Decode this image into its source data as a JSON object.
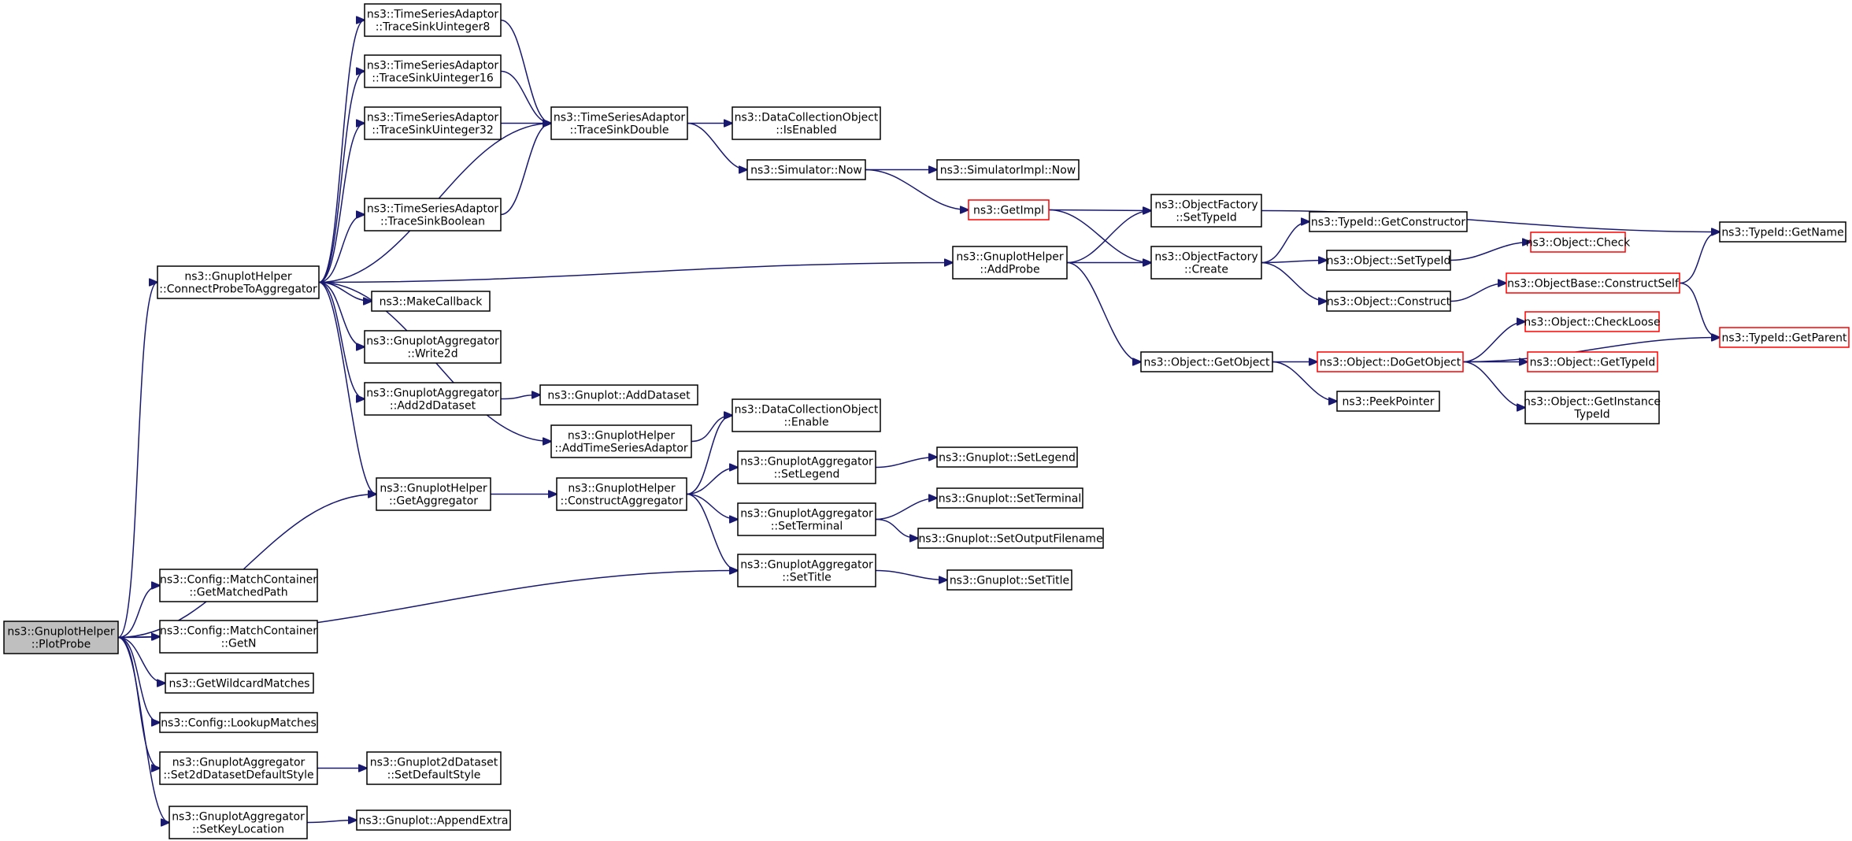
{
  "colors": {
    "edge": "#191970",
    "node_border": "#000000",
    "node_border_truncated": "#ff0000",
    "root_fill": "#bfbfbf",
    "node_fill": "#ffffff",
    "background": "#ffffff"
  },
  "nodes": [
    {
      "id": "plotprobe",
      "lines": [
        "ns3::GnuplotHelper",
        "::PlotProbe"
      ],
      "root": true
    },
    {
      "id": "connectprobe",
      "lines": [
        "ns3::GnuplotHelper",
        "::ConnectProbeToAggregator"
      ]
    },
    {
      "id": "getaggregator",
      "lines": [
        "ns3::GnuplotHelper",
        "::GetAggregator"
      ]
    },
    {
      "id": "getmatchedpath",
      "lines": [
        "ns3::Config::MatchContainer",
        "::GetMatchedPath"
      ]
    },
    {
      "id": "getn",
      "lines": [
        "ns3::Config::MatchContainer",
        "::GetN"
      ]
    },
    {
      "id": "getwildcard",
      "lines": [
        "ns3::GetWildcardMatches"
      ]
    },
    {
      "id": "lookupmatches",
      "lines": [
        "ns3::Config::LookupMatches"
      ]
    },
    {
      "id": "set2ddefault",
      "lines": [
        "ns3::GnuplotAggregator",
        "::Set2dDatasetDefaultStyle"
      ]
    },
    {
      "id": "setkeylocation",
      "lines": [
        "ns3::GnuplotAggregator",
        "::SetKeyLocation"
      ]
    },
    {
      "id": "gp2dsetdefault",
      "lines": [
        "ns3::Gnuplot2dDataset",
        "::SetDefaultStyle"
      ]
    },
    {
      "id": "appendextra",
      "lines": [
        "ns3::Gnuplot::AppendExtra"
      ]
    },
    {
      "id": "tsuint8",
      "lines": [
        "ns3::TimeSeriesAdaptor",
        "::TraceSinkUinteger8"
      ]
    },
    {
      "id": "tsuint16",
      "lines": [
        "ns3::TimeSeriesAdaptor",
        "::TraceSinkUinteger16"
      ]
    },
    {
      "id": "tsuint32",
      "lines": [
        "ns3::TimeSeriesAdaptor",
        "::TraceSinkUinteger32"
      ]
    },
    {
      "id": "tsbool",
      "lines": [
        "ns3::TimeSeriesAdaptor",
        "::TraceSinkBoolean"
      ]
    },
    {
      "id": "tsdouble",
      "lines": [
        "ns3::TimeSeriesAdaptor",
        "::TraceSinkDouble"
      ]
    },
    {
      "id": "isenabled",
      "lines": [
        "ns3::DataCollectionObject",
        "::IsEnabled"
      ]
    },
    {
      "id": "simnow",
      "lines": [
        "ns3::Simulator::Now"
      ]
    },
    {
      "id": "simimplnow",
      "lines": [
        "ns3::SimulatorImpl::Now"
      ]
    },
    {
      "id": "getimpl",
      "lines": [
        "ns3::GetImpl"
      ],
      "truncated": true
    },
    {
      "id": "makecallback",
      "lines": [
        "ns3::MakeCallback"
      ]
    },
    {
      "id": "write2d",
      "lines": [
        "ns3::GnuplotAggregator",
        "::Write2d"
      ]
    },
    {
      "id": "add2d",
      "lines": [
        "ns3::GnuplotAggregator",
        "::Add2dDataset"
      ]
    },
    {
      "id": "gpadddataset",
      "lines": [
        "ns3::Gnuplot::AddDataset"
      ]
    },
    {
      "id": "addtimeseries",
      "lines": [
        "ns3::GnuplotHelper",
        "::AddTimeSeriesAdaptor"
      ]
    },
    {
      "id": "dcoenable",
      "lines": [
        "ns3::DataCollectionObject",
        "::Enable"
      ]
    },
    {
      "id": "constructagg",
      "lines": [
        "ns3::GnuplotHelper",
        "::ConstructAggregator"
      ]
    },
    {
      "id": "gasetlegend",
      "lines": [
        "ns3::GnuplotAggregator",
        "::SetLegend"
      ]
    },
    {
      "id": "gasetterminal",
      "lines": [
        "ns3::GnuplotAggregator",
        "::SetTerminal"
      ]
    },
    {
      "id": "gasettitle",
      "lines": [
        "ns3::GnuplotAggregator",
        "::SetTitle"
      ]
    },
    {
      "id": "gpsetlegend",
      "lines": [
        "ns3::Gnuplot::SetLegend"
      ]
    },
    {
      "id": "gpsetterminal",
      "lines": [
        "ns3::Gnuplot::SetTerminal"
      ]
    },
    {
      "id": "gpsetoutput",
      "lines": [
        "ns3::Gnuplot::SetOutputFilename"
      ]
    },
    {
      "id": "gpsettitle",
      "lines": [
        "ns3::Gnuplot::SetTitle"
      ]
    },
    {
      "id": "addprobe",
      "lines": [
        "ns3::GnuplotHelper",
        "::AddProbe"
      ]
    },
    {
      "id": "ofsettypeid",
      "lines": [
        "ns3::ObjectFactory",
        "::SetTypeId"
      ]
    },
    {
      "id": "ofcreate",
      "lines": [
        "ns3::ObjectFactory",
        "::Create"
      ]
    },
    {
      "id": "getobject",
      "lines": [
        "ns3::Object::GetObject"
      ]
    },
    {
      "id": "typeidgetctor",
      "lines": [
        "ns3::TypeId::GetConstructor"
      ]
    },
    {
      "id": "objsettypeid",
      "lines": [
        "ns3::Object::SetTypeId"
      ]
    },
    {
      "id": "objconstruct",
      "lines": [
        "ns3::Object::Construct"
      ]
    },
    {
      "id": "objcheck",
      "lines": [
        "ns3::Object::Check"
      ],
      "truncated": true
    },
    {
      "id": "constructself",
      "lines": [
        "ns3::ObjectBase::ConstructSelf"
      ],
      "truncated": true
    },
    {
      "id": "typeidgetname",
      "lines": [
        "ns3::TypeId::GetName"
      ]
    },
    {
      "id": "typeidgetparent",
      "lines": [
        "ns3::TypeId::GetParent"
      ],
      "truncated": true
    },
    {
      "id": "dogetobject",
      "lines": [
        "ns3::Object::DoGetObject"
      ],
      "truncated": true
    },
    {
      "id": "peekpointer",
      "lines": [
        "ns3::PeekPointer"
      ]
    },
    {
      "id": "checkloose",
      "lines": [
        "ns3::Object::CheckLoose"
      ],
      "truncated": true
    },
    {
      "id": "objgettypeid",
      "lines": [
        "ns3::Object::GetTypeId"
      ],
      "truncated": true
    },
    {
      "id": "getinstancetypeid",
      "lines": [
        "ns3::Object::GetInstance",
        "TypeId"
      ]
    }
  ],
  "edges": [
    [
      "plotprobe",
      "connectprobe"
    ],
    [
      "plotprobe",
      "getaggregator"
    ],
    [
      "plotprobe",
      "gasettitle"
    ],
    [
      "plotprobe",
      "getmatchedpath"
    ],
    [
      "plotprobe",
      "getn"
    ],
    [
      "plotprobe",
      "getwildcard"
    ],
    [
      "plotprobe",
      "lookupmatches"
    ],
    [
      "plotprobe",
      "set2ddefault"
    ],
    [
      "plotprobe",
      "setkeylocation"
    ],
    [
      "set2ddefault",
      "gp2dsetdefault"
    ],
    [
      "setkeylocation",
      "appendextra"
    ],
    [
      "connectprobe",
      "tsuint8"
    ],
    [
      "connectprobe",
      "tsuint16"
    ],
    [
      "connectprobe",
      "tsuint32"
    ],
    [
      "connectprobe",
      "tsdouble"
    ],
    [
      "connectprobe",
      "tsbool"
    ],
    [
      "connectprobe",
      "addprobe"
    ],
    [
      "connectprobe",
      "makecallback"
    ],
    [
      "connectprobe",
      "write2d"
    ],
    [
      "connectprobe",
      "add2d"
    ],
    [
      "connectprobe",
      "addtimeseries"
    ],
    [
      "connectprobe",
      "getaggregator"
    ],
    [
      "tsuint8",
      "tsdouble"
    ],
    [
      "tsuint16",
      "tsdouble"
    ],
    [
      "tsuint32",
      "tsdouble"
    ],
    [
      "tsbool",
      "tsdouble"
    ],
    [
      "tsdouble",
      "isenabled"
    ],
    [
      "tsdouble",
      "simnow"
    ],
    [
      "simnow",
      "simimplnow"
    ],
    [
      "simnow",
      "getimpl"
    ],
    [
      "getimpl",
      "ofsettypeid"
    ],
    [
      "getimpl",
      "ofcreate"
    ],
    [
      "add2d",
      "gpadddataset"
    ],
    [
      "addtimeseries",
      "dcoenable"
    ],
    [
      "getaggregator",
      "constructagg"
    ],
    [
      "constructagg",
      "dcoenable"
    ],
    [
      "constructagg",
      "gasetlegend"
    ],
    [
      "constructagg",
      "gasetterminal"
    ],
    [
      "constructagg",
      "gasettitle"
    ],
    [
      "gasetlegend",
      "gpsetlegend"
    ],
    [
      "gasetterminal",
      "gpsetterminal"
    ],
    [
      "gasetterminal",
      "gpsetoutput"
    ],
    [
      "gasettitle",
      "gpsettitle"
    ],
    [
      "addprobe",
      "ofsettypeid"
    ],
    [
      "addprobe",
      "ofcreate"
    ],
    [
      "addprobe",
      "getobject"
    ],
    [
      "ofsettypeid",
      "typeidgetname"
    ],
    [
      "ofcreate",
      "typeidgetctor"
    ],
    [
      "ofcreate",
      "objsettypeid"
    ],
    [
      "ofcreate",
      "objconstruct"
    ],
    [
      "objsettypeid",
      "objcheck"
    ],
    [
      "objconstruct",
      "constructself"
    ],
    [
      "constructself",
      "typeidgetname"
    ],
    [
      "constructself",
      "typeidgetparent"
    ],
    [
      "getobject",
      "dogetobject"
    ],
    [
      "getobject",
      "peekpointer"
    ],
    [
      "dogetobject",
      "checkloose"
    ],
    [
      "dogetobject",
      "objgettypeid"
    ],
    [
      "dogetobject",
      "getinstancetypeid"
    ],
    [
      "dogetobject",
      "typeidgetparent"
    ]
  ]
}
